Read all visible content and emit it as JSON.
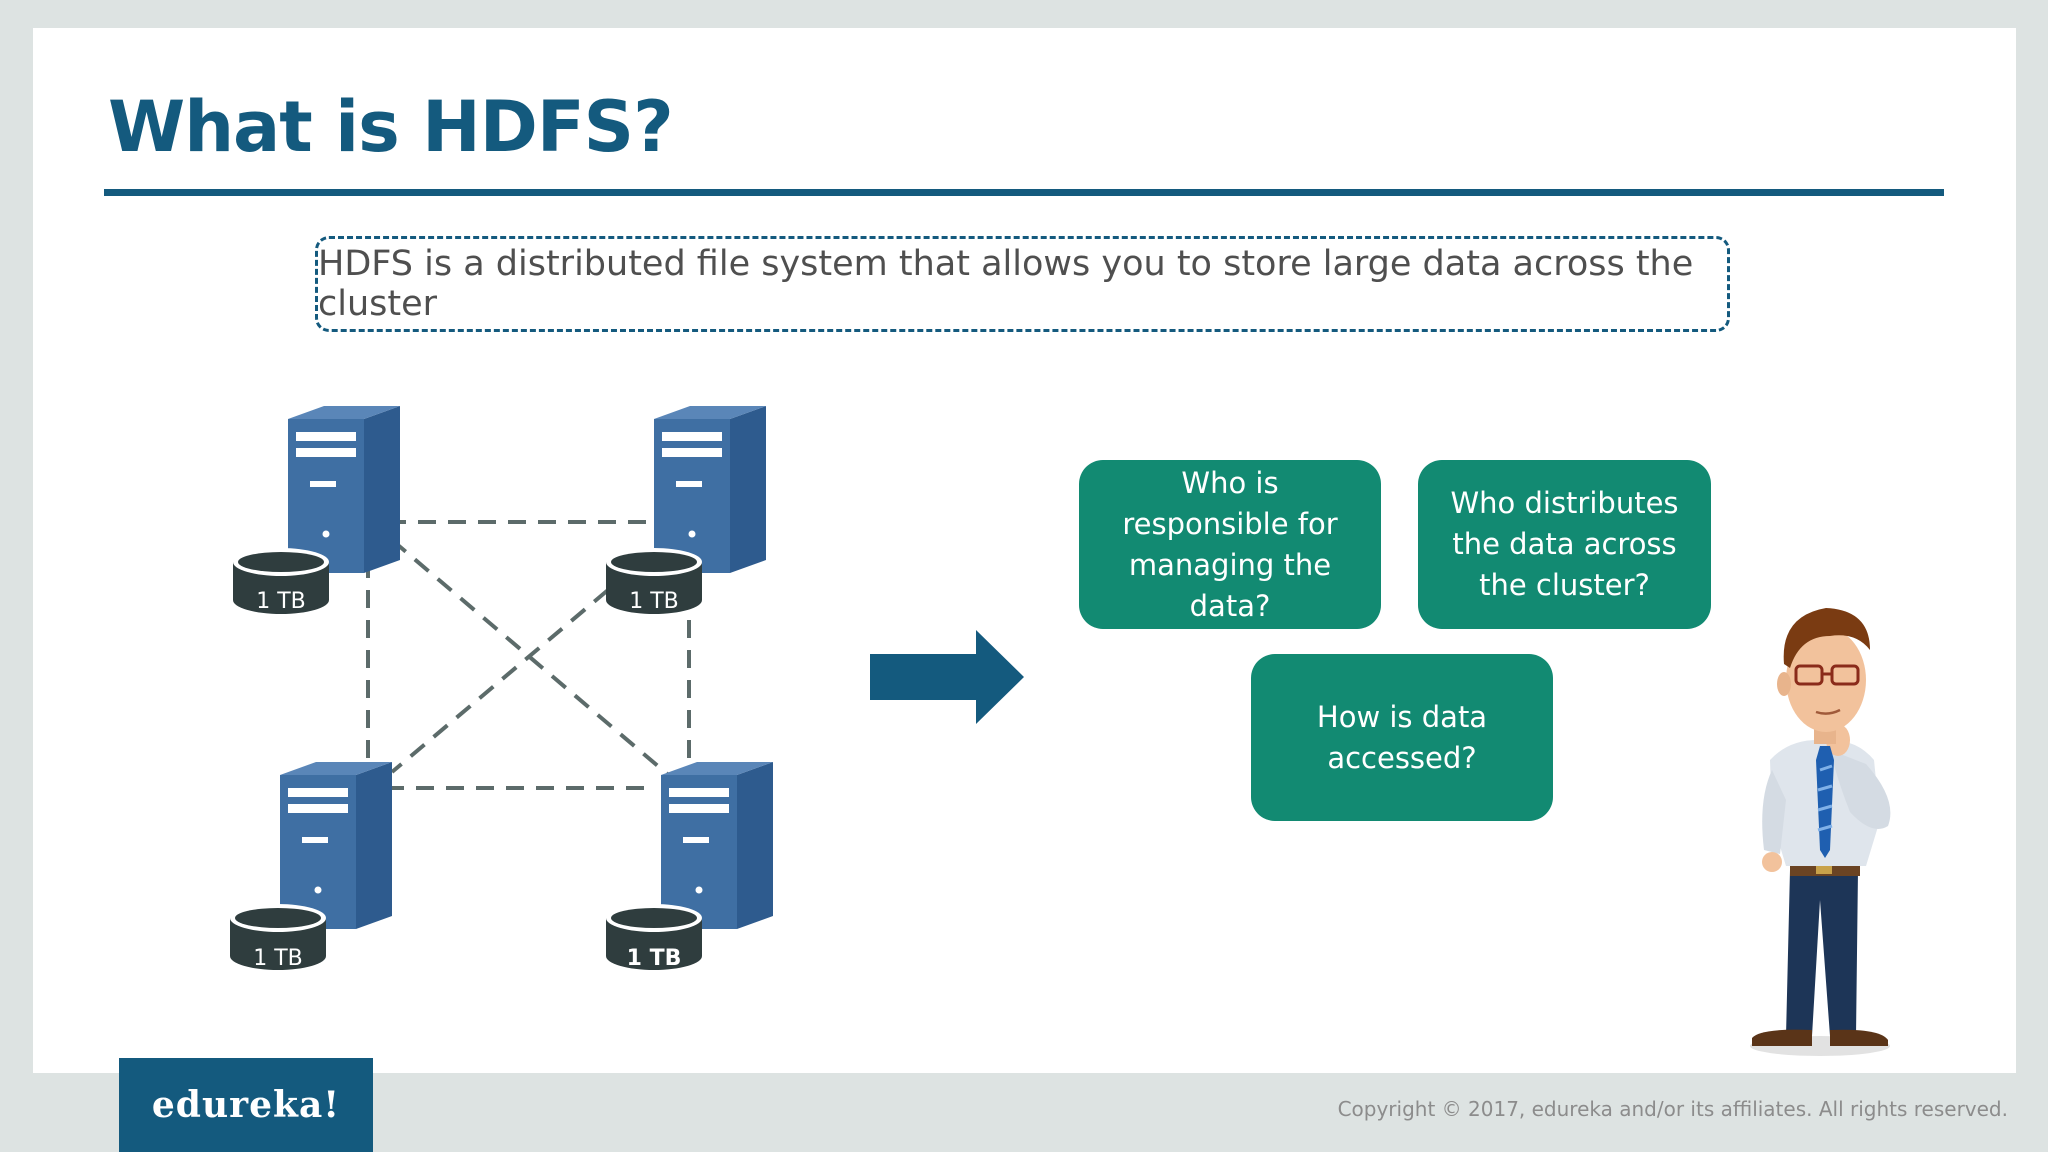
{
  "slide": {
    "title": "What is HDFS?",
    "definition": "HDFS is a distributed file system that allows you to store large data across the cluster"
  },
  "diagram": {
    "nodes": [
      {
        "label": "1 TB"
      },
      {
        "label": "1 TB"
      },
      {
        "label": "1 TB"
      },
      {
        "label": "1 TB"
      }
    ]
  },
  "questions": [
    "Who is responsible for managing the data?",
    "Who distributes the data across the cluster?",
    "How is data accessed?"
  ],
  "footer": {
    "logo": "edureka!",
    "copyright": "Copyright © 2017, edureka and/or its affiliates. All rights reserved."
  },
  "colors": {
    "title_blue": "#145a7e",
    "server_blue": "#3f6fa3",
    "question_green": "#128a72",
    "disk_dark": "#2f3d3e"
  }
}
